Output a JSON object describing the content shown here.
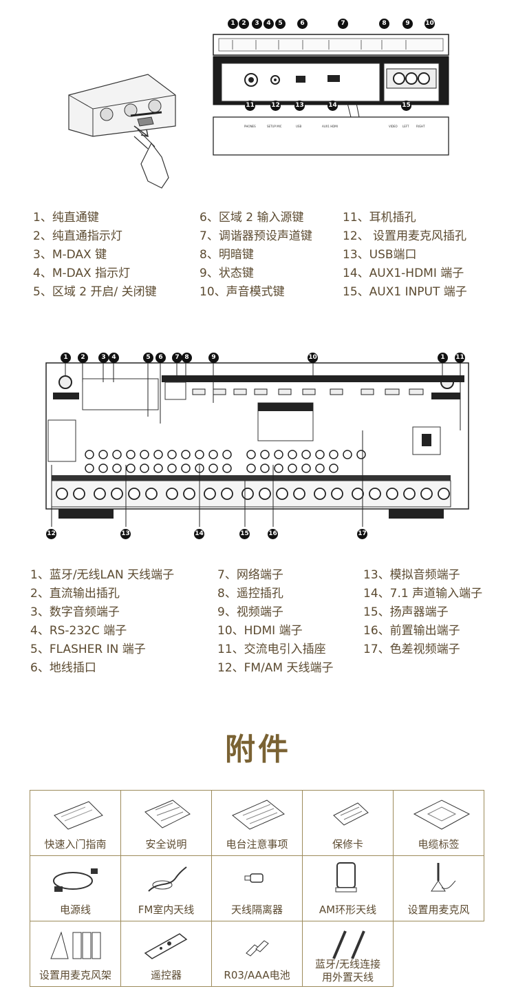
{
  "front_panel": {
    "badges_top": [
      "1",
      "2",
      "3",
      "4",
      "5",
      "6",
      "7",
      "8",
      "9",
      "10"
    ],
    "badges_bottom": [
      "11",
      "12",
      "13",
      "14",
      "15"
    ],
    "col1": [
      "1、纯直通键",
      "2、纯直通指示灯",
      "3、M-DAX 键",
      "4、M-DAX  指示灯",
      "5、区域 2  开启/ 关闭键"
    ],
    "col2": [
      "6、区域 2  输入源键",
      "7、调谐器预设声道键",
      "8、明暗键",
      "9、状态键",
      "10、声音模式键"
    ],
    "col3": [
      "11、耳机插孔",
      "12、  设置用麦克风插孔",
      "13、USB端口",
      "14、AUX1-HDMI  端子",
      "15、AUX1 INPUT  端子"
    ]
  },
  "rear_panel": {
    "badges_top": [
      "1",
      "2",
      "3",
      "4",
      "5",
      "6",
      "7",
      "8",
      "9",
      "10",
      "1",
      "11"
    ],
    "badges_bottom": [
      "12",
      "13",
      "14",
      "15",
      "16",
      "17"
    ],
    "col1": [
      "1、蓝牙/无线LAN 天线端子",
      "2、直流输出插孔",
      "3、数字音频端子",
      "4、RS-232C  端子",
      "5、FLASHER IN  端子",
      "6、地线插口"
    ],
    "col2": [
      "7、网络端子",
      "8、遥控插孔",
      "9、视频端子",
      "10、HDMI 端子",
      "11、交流电引入插座",
      "12、FM/AM  天线端子"
    ],
    "col3": [
      "13、模拟音频端子",
      "14、7.1  声道输入端子",
      "15、扬声器端子",
      "16、前置输出端子",
      "17、色差视频端子"
    ]
  },
  "accessories": {
    "title": "附件",
    "items": [
      {
        "label": "快速入门指南",
        "icon": "quick-guide-icon"
      },
      {
        "label": "安全说明",
        "icon": "safety-doc-icon"
      },
      {
        "label": "电台注意事项",
        "icon": "notes-doc-icon"
      },
      {
        "label": "保修卡",
        "icon": "warranty-card-icon"
      },
      {
        "label": "电缆标签",
        "icon": "cable-label-icon"
      },
      {
        "label": "电源线",
        "icon": "power-cord-icon"
      },
      {
        "label": "FM室内天线",
        "icon": "fm-antenna-icon"
      },
      {
        "label": "天线隔离器",
        "icon": "antenna-isolator-icon"
      },
      {
        "label": "AM环形天线",
        "icon": "am-loop-antenna-icon"
      },
      {
        "label": "设置用麦克风",
        "icon": "setup-mic-icon"
      },
      {
        "label": "设置用麦克风架",
        "icon": "mic-stand-icon"
      },
      {
        "label": "遥控器",
        "icon": "remote-control-icon"
      },
      {
        "label": "R03/AAA电池",
        "icon": "battery-icon"
      },
      {
        "label": "蓝牙/无线连接\n用外置天线",
        "icon": "external-antenna-icon"
      }
    ]
  }
}
